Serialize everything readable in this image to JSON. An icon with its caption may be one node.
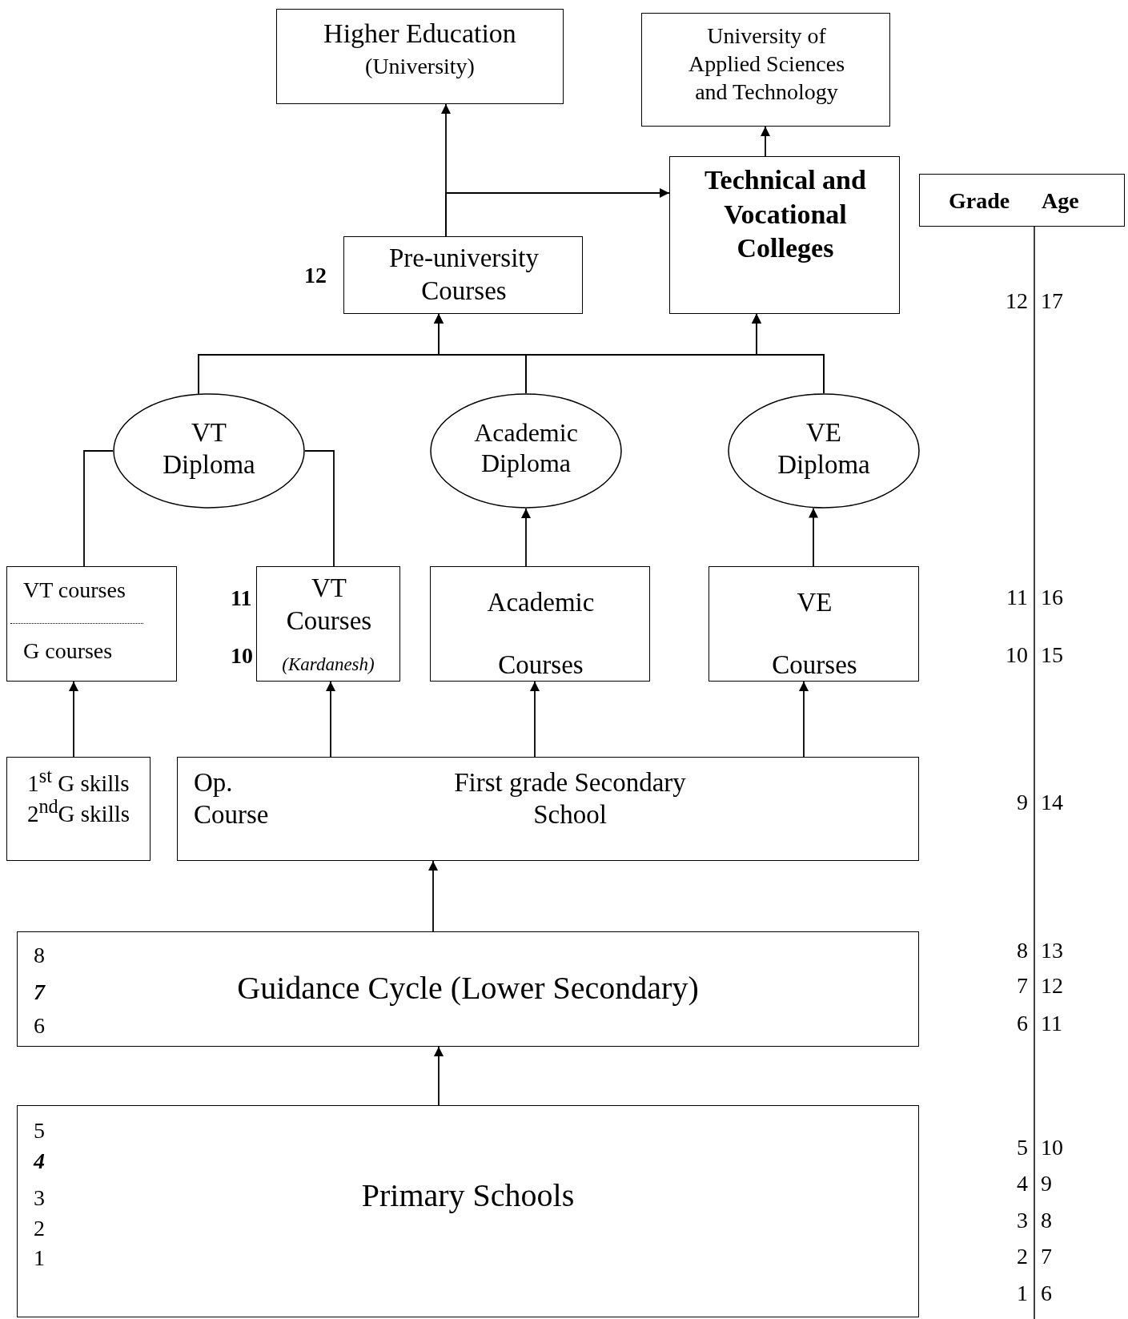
{
  "diagram": {
    "nodes": [
      {
        "text": [
          "Higher Education",
          "(University)"
        ]
      },
      {
        "text": [
          "University of Applied Sciences and Technology"
        ]
      },
      {
        "text": [
          "Technical and Vocational Colleges"
        ]
      },
      {
        "text": [
          "Pre-university Courses"
        ],
        "beside": [
          "12"
        ]
      },
      {
        "text": [
          "Grade",
          "Age"
        ]
      },
      {
        "text": [
          "VT Diploma"
        ]
      },
      {
        "text": [
          "Academic Diploma"
        ]
      },
      {
        "text": [
          "VE Diploma"
        ]
      },
      {
        "text": [
          "VT courses",
          "G courses"
        ]
      },
      {
        "text": [
          "VT Courses",
          "(Kardanesh)"
        ],
        "beside": [
          "11",
          "10"
        ]
      },
      {
        "text": [
          "Academic Courses"
        ]
      },
      {
        "text": [
          "VE Courses"
        ]
      },
      {
        "text": [
          "1$^{st}$ G skills",
          "2$^{nd}$G skills"
        ]
      },
      {
        "text": [
          "Op. Course",
          "First grade Secondary School"
        ]
      },
      {
        "text": [
          "8",
          "7",
          "6",
          "Guidance Cycle (Lower Secondary)"
        ]
      },
      {
        "text": [
          "5",
          "4",
          "3",
          "2",
          "1",
          "Primary Schools"
        ]
      }
    ],
    "edges": [
      {
        "from": 3,
        "to": 0,
        "arrow": "to"
      },
      {
        "from": 3,
        "to": 2,
        "arrow": "to"
      },
      {
        "from": 2,
        "to": 1,
        "arrow": "to"
      },
      {
        "from": 5,
        "to": 3,
        "arrow": "to"
      },
      {
        "from": 5,
        "to": 2,
        "arrow": "to"
      },
      {
        "from": 6,
        "to": 3,
        "arrow": "to"
      },
      {
        "from": 6,
        "to": 2,
        "arrow": "to"
      },
      {
        "from": 7,
        "to": 3,
        "arrow": "to"
      },
      {
        "from": 7,
        "to": 2,
        "arrow": "to"
      },
      {
        "from": 8,
        "to": 5,
        "arrow": "none"
      },
      {
        "from": 9,
        "to": 5,
        "arrow": "none"
      },
      {
        "from": 10,
        "to": 6,
        "arrow": "to"
      },
      {
        "from": 11,
        "to": 7,
        "arrow": "to"
      },
      {
        "from": 12,
        "to": 8,
        "arrow": "to"
      },
      {
        "from": 13,
        "to": 9,
        "arrow": "to"
      },
      {
        "from": 13,
        "to": 10,
        "arrow": "to"
      },
      {
        "from": 13,
        "to": 11,
        "arrow": "to"
      },
      {
        "from": 14,
        "to": 13,
        "arrow": "to"
      },
      {
        "from": 15,
        "to": 14,
        "arrow": "to"
      }
    ],
    "labels": [
      "12",
      "17",
      "11",
      "16",
      "10",
      "15",
      "9",
      "14",
      "8",
      "13",
      "7",
      "12",
      "6",
      "11",
      "5",
      "10",
      "4",
      "9",
      "3",
      "8",
      "2",
      "7",
      "1",
      "6"
    ]
  }
}
